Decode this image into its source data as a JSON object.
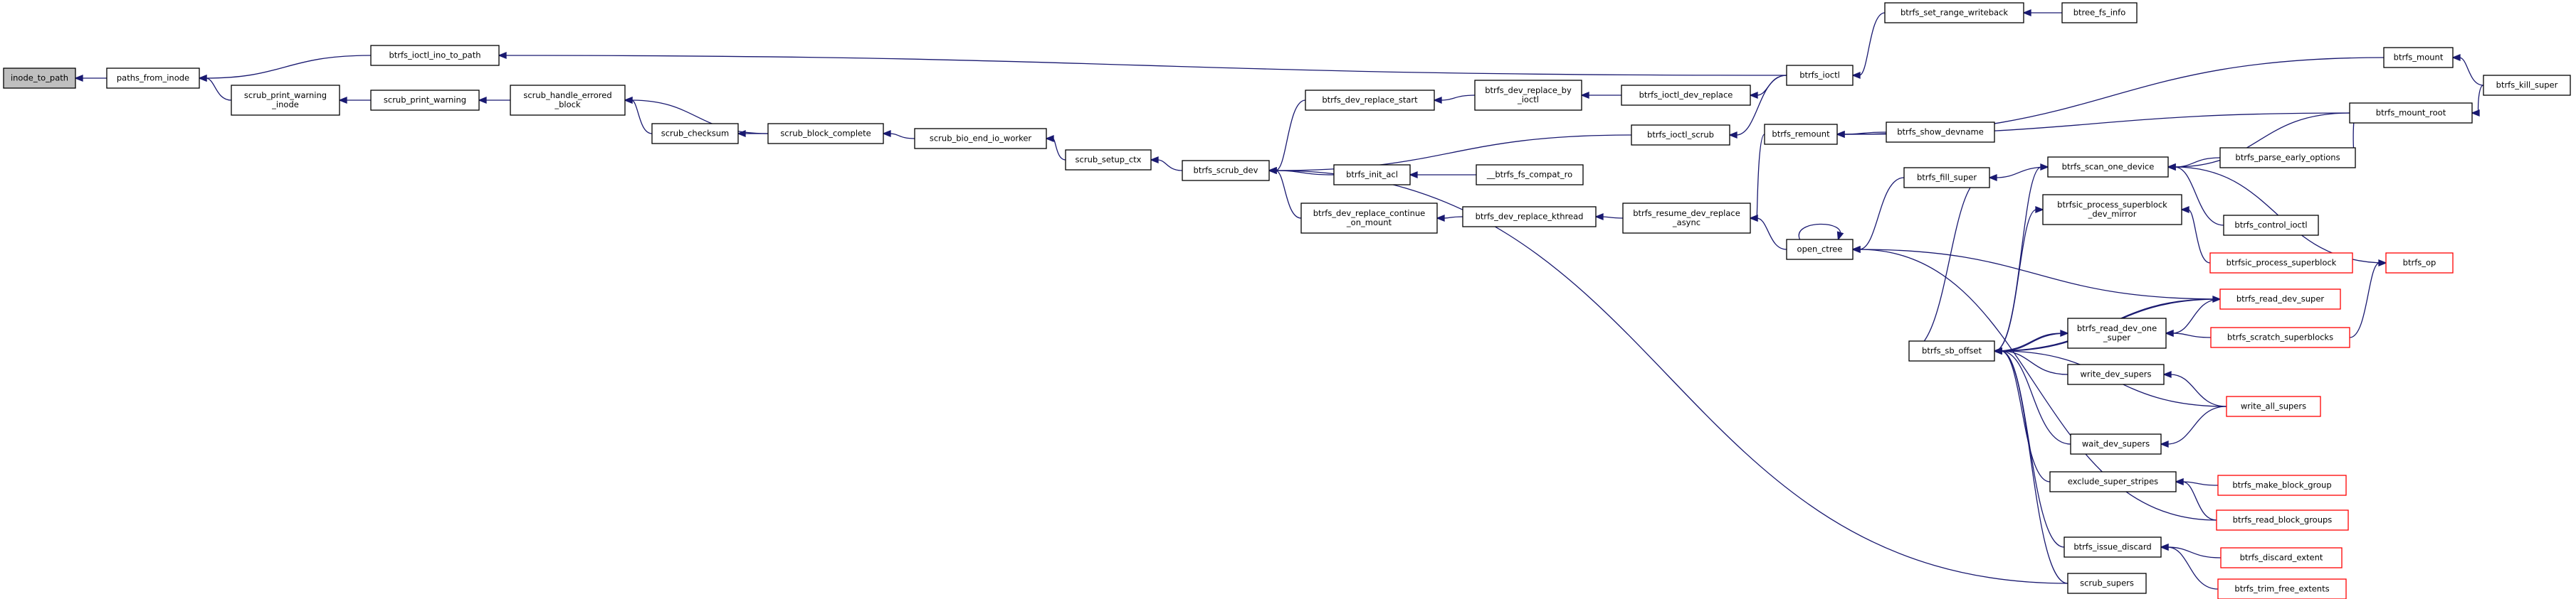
{
  "colors": {
    "edge": "#191970",
    "node_border": "#000000",
    "node_border_truncated": "#ff0000",
    "node_fill": "#ffffff",
    "root_fill": "#bfbfbf"
  },
  "nodes": [
    {
      "id": "inode_to_path",
      "lines": [
        "inode_to_path"
      ],
      "root": true
    },
    {
      "id": "paths_from_inode",
      "lines": [
        "paths_from_inode"
      ]
    },
    {
      "id": "btrfs_ioctl_ino_to_path",
      "lines": [
        "btrfs_ioctl_ino_to_path"
      ]
    },
    {
      "id": "scrub_print_warning_inode",
      "lines": [
        "scrub_print_warning",
        "_inode"
      ]
    },
    {
      "id": "scrub_print_warning",
      "lines": [
        "scrub_print_warning"
      ]
    },
    {
      "id": "scrub_handle_errored_block",
      "lines": [
        "scrub_handle_errored",
        "_block"
      ]
    },
    {
      "id": "scrub_checksum",
      "lines": [
        "scrub_checksum"
      ]
    },
    {
      "id": "scrub_block_complete",
      "lines": [
        "scrub_block_complete"
      ]
    },
    {
      "id": "scrub_bio_end_io_worker",
      "lines": [
        "scrub_bio_end_io_worker"
      ]
    },
    {
      "id": "scrub_setup_ctx",
      "lines": [
        "scrub_setup_ctx"
      ]
    },
    {
      "id": "btrfs_scrub_dev",
      "lines": [
        "btrfs_scrub_dev"
      ]
    },
    {
      "id": "btrfs_dev_replace_start",
      "lines": [
        "btrfs_dev_replace_start"
      ]
    },
    {
      "id": "btrfs_dev_replace_by_ioctl",
      "lines": [
        "btrfs_dev_replace_by",
        "_ioctl"
      ]
    },
    {
      "id": "btrfs_ioctl_dev_replace",
      "lines": [
        "btrfs_ioctl_dev_replace"
      ]
    },
    {
      "id": "btrfs_ioctl",
      "lines": [
        "btrfs_ioctl"
      ]
    },
    {
      "id": "btrfs_set_range_writeback",
      "lines": [
        "btrfs_set_range_writeback"
      ]
    },
    {
      "id": "btree_fs_info",
      "lines": [
        "btree_fs_info"
      ]
    },
    {
      "id": "btrfs_ioctl_scrub",
      "lines": [
        "btrfs_ioctl_scrub"
      ]
    },
    {
      "id": "btrfs_init_acl",
      "lines": [
        "btrfs_init_acl"
      ]
    },
    {
      "id": "btrfs_fs_compat_ro",
      "lines": [
        "__btrfs_fs_compat_ro"
      ]
    },
    {
      "id": "btrfs_dev_replace_continue_on_mount",
      "lines": [
        "btrfs_dev_replace_continue",
        "_on_mount"
      ]
    },
    {
      "id": "btrfs_dev_replace_kthread",
      "lines": [
        "btrfs_dev_replace_kthread"
      ]
    },
    {
      "id": "btrfs_resume_dev_replace_async",
      "lines": [
        "btrfs_resume_dev_replace",
        "_async"
      ]
    },
    {
      "id": "btrfs_remount",
      "lines": [
        "btrfs_remount"
      ]
    },
    {
      "id": "btrfs_show_devname",
      "lines": [
        "btrfs_show_devname"
      ]
    },
    {
      "id": "open_ctree",
      "lines": [
        "open_ctree"
      ]
    },
    {
      "id": "btrfs_fill_super",
      "lines": [
        "btrfs_fill_super"
      ]
    },
    {
      "id": "btrfs_sb_offset",
      "lines": [
        "btrfs_sb_offset"
      ]
    },
    {
      "id": "btrfs_mount",
      "lines": [
        "btrfs_mount"
      ]
    },
    {
      "id": "btrfs_kill_super",
      "lines": [
        "btrfs_kill_super"
      ]
    },
    {
      "id": "btrfs_mount_root",
      "lines": [
        "btrfs_mount_root"
      ]
    },
    {
      "id": "btrfs_scan_one_device",
      "lines": [
        "btrfs_scan_one_device"
      ]
    },
    {
      "id": "btrfs_parse_early_options",
      "lines": [
        "btrfs_parse_early_options"
      ]
    },
    {
      "id": "btrfs_control_ioctl",
      "lines": [
        "btrfs_control_ioctl"
      ]
    },
    {
      "id": "btrfsic_process_superblock_dev_mirror",
      "lines": [
        "btrfsic_process_superblock",
        "_dev_mirror"
      ]
    },
    {
      "id": "btrfsic_process_superblock",
      "lines": [
        "btrfsic_process_superblock"
      ],
      "truncated": true
    },
    {
      "id": "btrfs_op",
      "lines": [
        "btrfs_op"
      ],
      "truncated": true
    },
    {
      "id": "btrfs_read_dev_super",
      "lines": [
        "btrfs_read_dev_super"
      ],
      "truncated": true
    },
    {
      "id": "btrfs_read_dev_one_super",
      "lines": [
        "btrfs_read_dev_one",
        "_super"
      ]
    },
    {
      "id": "btrfs_scratch_superblocks",
      "lines": [
        "btrfs_scratch_superblocks"
      ],
      "truncated": true
    },
    {
      "id": "write_dev_supers",
      "lines": [
        "write_dev_supers"
      ]
    },
    {
      "id": "write_all_supers",
      "lines": [
        "write_all_supers"
      ],
      "truncated": true
    },
    {
      "id": "wait_dev_supers",
      "lines": [
        "wait_dev_supers"
      ]
    },
    {
      "id": "exclude_super_stripes",
      "lines": [
        "exclude_super_stripes"
      ]
    },
    {
      "id": "btrfs_make_block_group",
      "lines": [
        "btrfs_make_block_group"
      ],
      "truncated": true
    },
    {
      "id": "btrfs_read_block_groups",
      "lines": [
        "btrfs_read_block_groups"
      ],
      "truncated": true
    },
    {
      "id": "btrfs_issue_discard",
      "lines": [
        "btrfs_issue_discard"
      ]
    },
    {
      "id": "btrfs_discard_extent",
      "lines": [
        "btrfs_discard_extent"
      ],
      "truncated": true
    },
    {
      "id": "btrfs_trim_free_extents",
      "lines": [
        "btrfs_trim_free_extents"
      ],
      "truncated": true
    },
    {
      "id": "scrub_supers",
      "lines": [
        "scrub_supers"
      ]
    }
  ],
  "edges": [
    [
      "paths_from_inode",
      "inode_to_path"
    ],
    [
      "btrfs_ioctl_ino_to_path",
      "paths_from_inode"
    ],
    [
      "scrub_print_warning_inode",
      "paths_from_inode"
    ],
    [
      "btrfs_ioctl",
      "btrfs_ioctl_ino_to_path"
    ],
    [
      "scrub_print_warning",
      "scrub_print_warning_inode"
    ],
    [
      "scrub_handle_errored_block",
      "scrub_print_warning"
    ],
    [
      "scrub_checksum",
      "scrub_handle_errored_block"
    ],
    [
      "scrub_block_complete",
      "scrub_handle_errored_block"
    ],
    [
      "scrub_block_complete",
      "scrub_checksum"
    ],
    [
      "scrub_bio_end_io_worker",
      "scrub_block_complete"
    ],
    [
      "scrub_setup_ctx",
      "scrub_bio_end_io_worker"
    ],
    [
      "btrfs_scrub_dev",
      "scrub_setup_ctx"
    ],
    [
      "btrfs_dev_replace_start",
      "btrfs_scrub_dev"
    ],
    [
      "btrfs_ioctl_scrub",
      "btrfs_scrub_dev"
    ],
    [
      "btrfs_init_acl",
      "btrfs_scrub_dev"
    ],
    [
      "btrfs_dev_replace_continue_on_mount",
      "btrfs_scrub_dev"
    ],
    [
      "scrub_supers",
      "btrfs_scrub_dev"
    ],
    [
      "btrfs_dev_replace_by_ioctl",
      "btrfs_dev_replace_start"
    ],
    [
      "btrfs_ioctl_dev_replace",
      "btrfs_dev_replace_by_ioctl"
    ],
    [
      "btrfs_ioctl",
      "btrfs_ioctl_dev_replace"
    ],
    [
      "btrfs_ioctl",
      "btrfs_ioctl_scrub"
    ],
    [
      "btrfs_set_range_writeback",
      "btrfs_ioctl"
    ],
    [
      "btree_fs_info",
      "btrfs_set_range_writeback"
    ],
    [
      "btrfs_fs_compat_ro",
      "btrfs_init_acl"
    ],
    [
      "btrfs_dev_replace_kthread",
      "btrfs_dev_replace_continue_on_mount"
    ],
    [
      "btrfs_resume_dev_replace_async",
      "btrfs_dev_replace_kthread"
    ],
    [
      "btrfs_remount",
      "btrfs_resume_dev_replace_async"
    ],
    [
      "open_ctree",
      "btrfs_resume_dev_replace_async"
    ],
    [
      "btrfs_mount",
      "btrfs_remount"
    ],
    [
      "btrfs_mount_root",
      "btrfs_remount"
    ],
    [
      "btrfs_show_devname",
      "btrfs_remount"
    ],
    [
      "open_ctree",
      "open_ctree"
    ],
    [
      "btrfs_fill_super",
      "open_ctree"
    ],
    [
      "btrfs_read_dev_super",
      "open_ctree"
    ],
    [
      "btrfs_read_block_groups",
      "open_ctree"
    ],
    [
      "btrfs_scan_one_device",
      "btrfs_fill_super"
    ],
    [
      "btrfs_sb_offset",
      "btrfs_fill_super"
    ],
    [
      "btrfs_kill_super",
      "btrfs_mount"
    ],
    [
      "btrfs_kill_super",
      "btrfs_mount_root"
    ],
    [
      "btrfs_parse_early_options",
      "btrfs_mount_root"
    ],
    [
      "btrfs_mount_root",
      "btrfs_scan_one_device"
    ],
    [
      "btrfs_parse_early_options",
      "btrfs_scan_one_device"
    ],
    [
      "btrfs_control_ioctl",
      "btrfs_scan_one_device"
    ],
    [
      "btrfs_op",
      "btrfs_scan_one_device"
    ],
    [
      "btrfsic_process_superblock",
      "btrfsic_process_superblock_dev_mirror"
    ],
    [
      "btrfs_scratch_superblocks",
      "btrfs_op"
    ],
    [
      "btrfs_sb_offset",
      "btrfs_scan_one_device"
    ],
    [
      "btrfs_sb_offset",
      "btrfsic_process_superblock_dev_mirror"
    ],
    [
      "btrfs_sb_offset",
      "btrfs_read_dev_super"
    ],
    [
      "btrfs_read_dev_super",
      "btrfs_sb_offset"
    ],
    [
      "btrfs_sb_offset",
      "btrfs_read_dev_one_super"
    ],
    [
      "btrfs_read_dev_one_super",
      "btrfs_sb_offset"
    ],
    [
      "btrfs_read_dev_super",
      "btrfs_read_dev_one_super"
    ],
    [
      "btrfs_scratch_superblocks",
      "btrfs_read_dev_one_super"
    ],
    [
      "write_dev_supers",
      "btrfs_sb_offset"
    ],
    [
      "write_all_supers",
      "btrfs_sb_offset"
    ],
    [
      "write_all_supers",
      "write_dev_supers"
    ],
    [
      "wait_dev_supers",
      "btrfs_sb_offset"
    ],
    [
      "write_all_supers",
      "wait_dev_supers"
    ],
    [
      "exclude_super_stripes",
      "btrfs_sb_offset"
    ],
    [
      "btrfs_make_block_group",
      "exclude_super_stripes"
    ],
    [
      "btrfs_read_block_groups",
      "exclude_super_stripes"
    ],
    [
      "btrfs_issue_discard",
      "btrfs_sb_offset"
    ],
    [
      "btrfs_discard_extent",
      "btrfs_issue_discard"
    ],
    [
      "btrfs_trim_free_extents",
      "btrfs_issue_discard"
    ],
    [
      "scrub_supers",
      "btrfs_sb_offset"
    ]
  ]
}
